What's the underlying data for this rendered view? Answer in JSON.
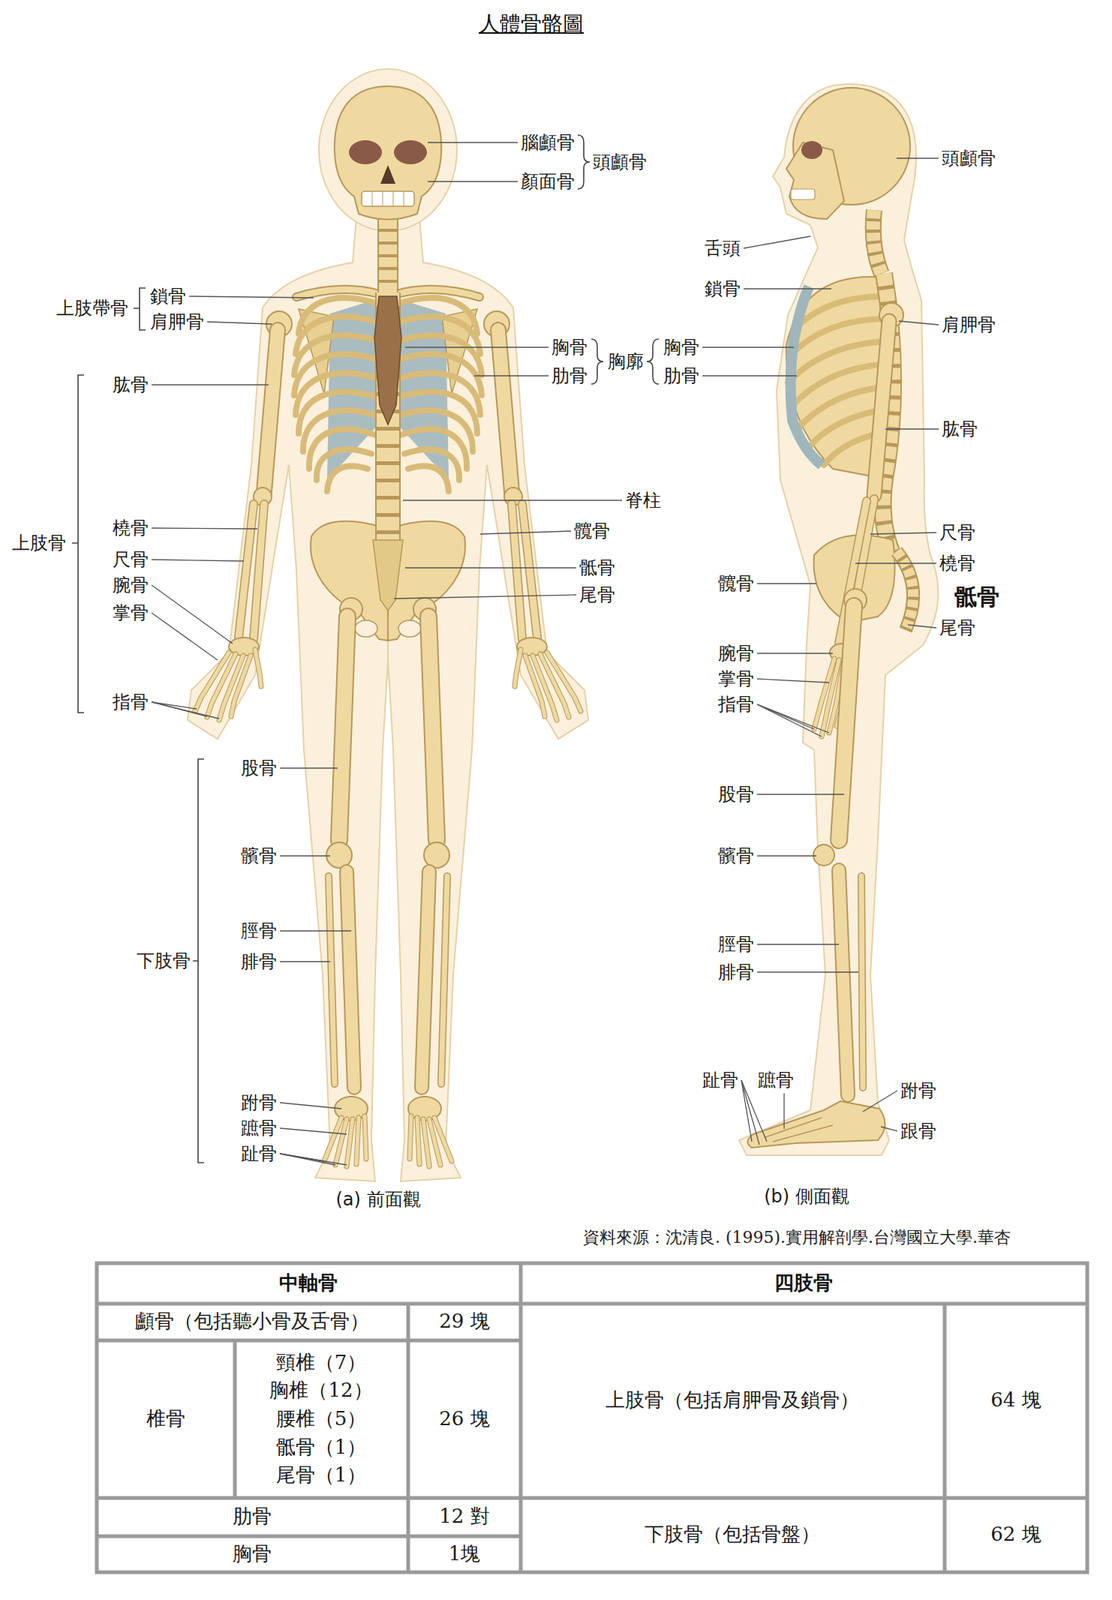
{
  "diagram": {
    "title": "人體骨骼圖",
    "caption": "資料來源：沈清良. (1995).實用解剖學.台灣國立大學.華杏",
    "labels": [
      "腦顱骨",
      "顏面骨",
      "頭顱骨",
      "上肢帶骨",
      "鎖骨",
      "肩胛骨",
      "胸骨",
      "肋骨",
      "胸廓",
      "胸骨",
      "肋骨",
      "肱骨",
      "上肢骨",
      "橈骨",
      "尺骨",
      "腕骨",
      "掌骨",
      "指骨",
      "脊柱",
      "髖骨",
      "骶骨",
      "尾骨",
      "股骨",
      "髕骨",
      "脛骨",
      "腓骨",
      "下肢骨",
      "跗骨",
      "蹠骨",
      "趾骨",
      "(a) 前面觀",
      "頭顱骨",
      "舌頭",
      "鎖骨",
      "肩胛骨",
      "肱骨",
      "尺骨",
      "橈骨",
      "髖骨",
      "骶骨",
      "尾骨",
      "腕骨",
      "掌骨",
      "指骨",
      "股骨",
      "髕骨",
      "脛骨",
      "腓骨",
      "趾骨",
      "蹠骨",
      "跗骨",
      "跟骨",
      "(b) 側面觀",
      "中軸骨",
      "四肢骨",
      "顱骨（包括聽小骨及舌骨）",
      "29 塊",
      "椎骨",
      "頸椎（7）",
      "胸椎（12）",
      "腰椎（5）",
      "骶骨（1）",
      "尾骨（1）",
      "26 塊",
      "肋骨",
      "12 對",
      "胸骨",
      "1塊",
      "上肢骨（包括肩胛骨及鎖骨）",
      "64 塊",
      "下肢骨（包括骨盤）",
      "62 塊"
    ]
  }
}
